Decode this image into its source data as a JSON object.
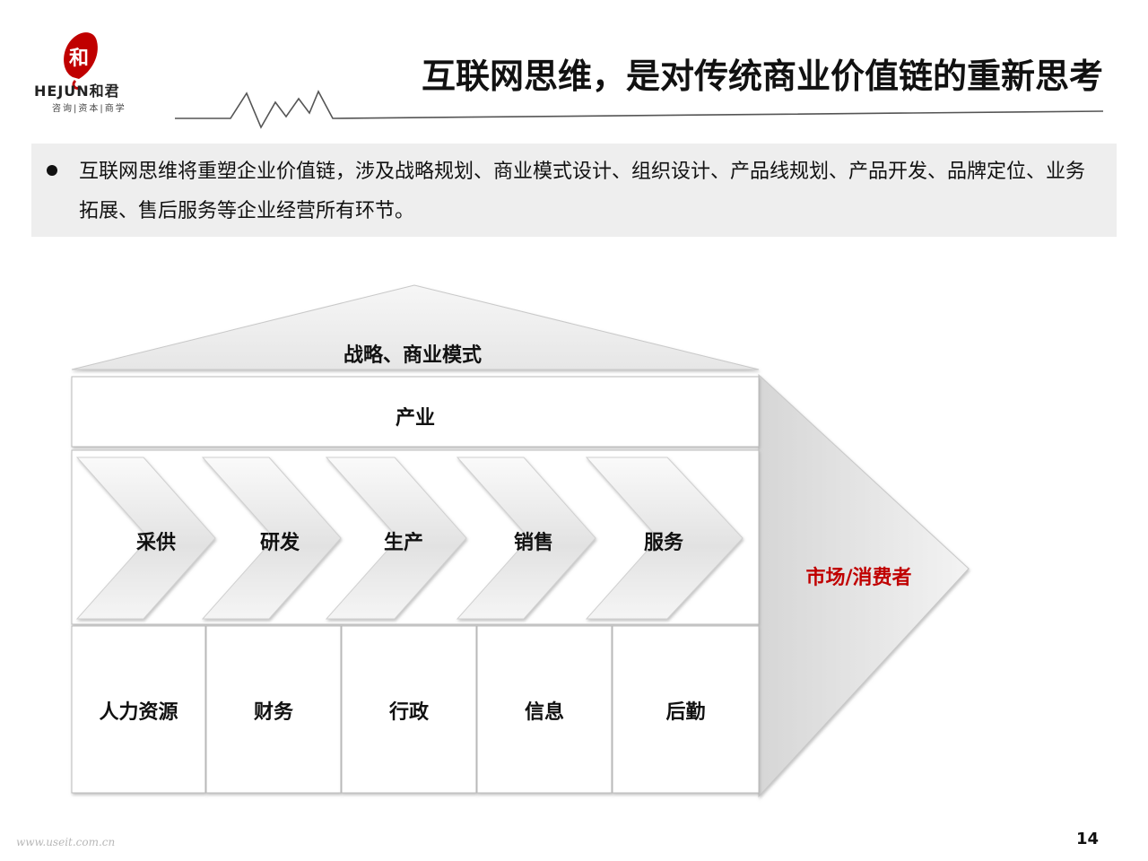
{
  "brand": {
    "logo_mark": "和",
    "name": "HEJUN和君",
    "tagline": "咨询|资本|商学",
    "accent": "#c00000"
  },
  "title": "互联网思维，是对传统商业价值链的重新思考",
  "bullet": {
    "text": "互联网思维将重塑企业价值链，涉及战略规划、商业模式设计、组织设计、产品线规划、产品开发、品牌定位、业务拓展、售后服务等企业经营所有环节。"
  },
  "diagram": {
    "roof_label": "战略、商业模式",
    "industry_label": "产业",
    "primary_activities": [
      "采供",
      "研发",
      "生产",
      "销售",
      "服务"
    ],
    "support_activities": [
      "人力资源",
      "财务",
      "行政",
      "信息",
      "后勤"
    ],
    "market_label": "市场/消费者"
  },
  "footer": {
    "page_number": "14",
    "watermark": "www.useit.com.cn"
  }
}
